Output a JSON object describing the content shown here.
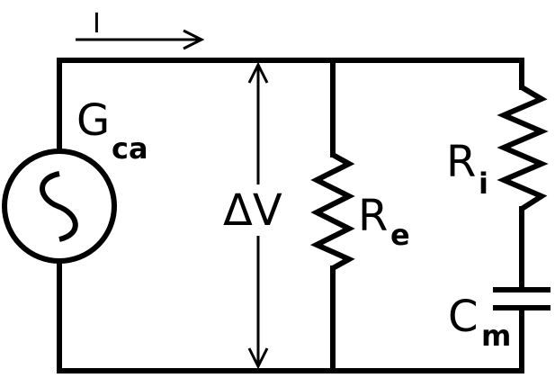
{
  "labels": {
    "current": "I",
    "source_main": "G",
    "source_sub": "ca",
    "voltage": "ΔV",
    "re_main": "R",
    "re_sub": "e",
    "ri_main": "R",
    "ri_sub": "i",
    "cm_main": "C",
    "cm_sub": "m"
  },
  "colors": {
    "ink": "#000000",
    "background": "#ffffff"
  },
  "icons": {
    "source": "ac-source-icon",
    "resistor": "resistor-icon",
    "capacitor": "capacitor-icon",
    "arrow": "arrow-icon"
  }
}
